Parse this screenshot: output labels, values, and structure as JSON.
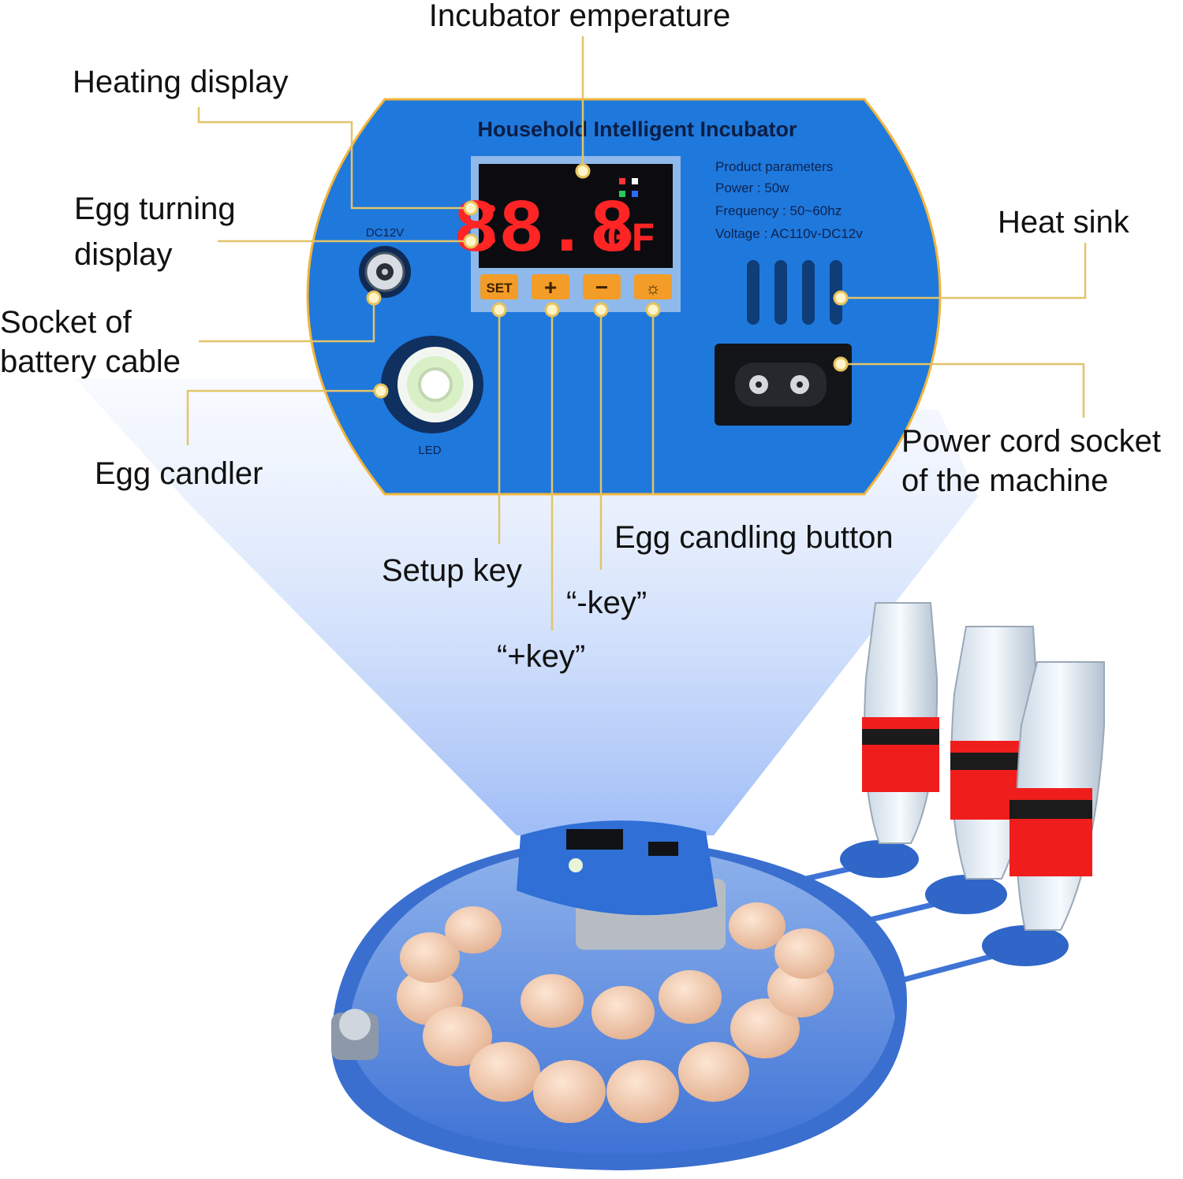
{
  "panel": {
    "title": "Household Intelligent Incubator",
    "dc_label": "DC12V",
    "led_label": "LED",
    "display_digits": "88.8",
    "display_suffix": "0F",
    "params": {
      "heading": "Product parameters",
      "power": "Power        : 50w",
      "frequency": "Frequency : 50~60hz",
      "voltage": "Voltage     : AC110v-DC12v"
    },
    "keys": [
      {
        "label": "SET"
      },
      {
        "label": "+"
      },
      {
        "label": "−"
      },
      {
        "label": "☼"
      }
    ]
  },
  "callouts": {
    "incubator_temperature": "Incubator emperature",
    "heating_display": "Heating display",
    "egg_turning_line1": "Egg turning",
    "egg_turning_line2": "display",
    "socket_line1": "Socket of",
    "socket_line2": "battery cable",
    "egg_candler": "Egg candler",
    "heat_sink": "Heat sink",
    "power_socket_line1": "Power cord socket",
    "power_socket_line2": "of the machine",
    "setup_key": "Setup key",
    "plus_key": "“+key”",
    "minus_key": "“-key”",
    "egg_candling_button": "Egg candling button"
  },
  "colors": {
    "panel_blue": "#1f78dc",
    "panel_border": "#f2b53c",
    "key_orange": "#f39c27",
    "digit_red": "#ff2525",
    "leader": "#e2c46a"
  }
}
